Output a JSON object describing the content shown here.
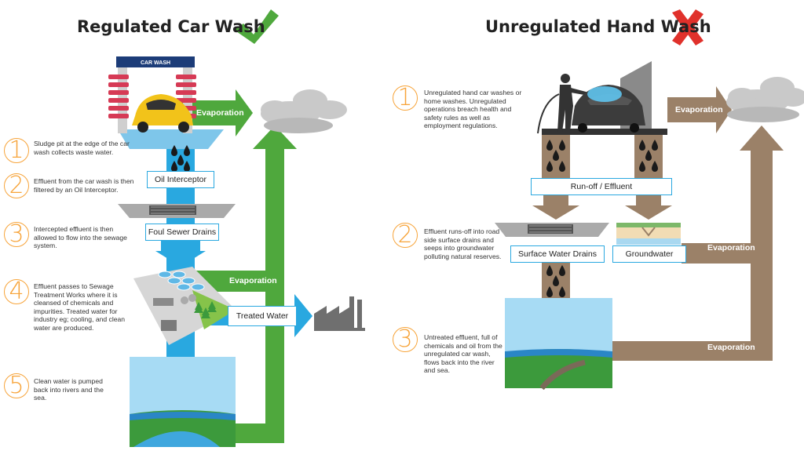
{
  "left": {
    "title": "Regulated Car Wash",
    "sign_text": "CAR WASH",
    "steps": [
      {
        "num": "1",
        "text": "Sludge pit at the edge of the car wash collects waste water."
      },
      {
        "num": "2",
        "text": "Effluent from the car wash is then filtered by an Oil Interceptor."
      },
      {
        "num": "3",
        "text": "Intercepted effluent is then allowed to flow into the sewage system."
      },
      {
        "num": "4",
        "text": "Effluent passes to Sewage Treatment Works where it is cleansed of chemicals and impurities. Treated water for industry eg; cooling, and clean water are produced."
      },
      {
        "num": "5",
        "text": "Clean water is pumped back into rivers and the sea."
      }
    ],
    "labels": {
      "oil_interceptor": "Oil Interceptor",
      "foul_sewer": "Foul Sewer Drains",
      "treated_water": "Treated Water"
    },
    "flows": {
      "evaporation_top": "Evaporation",
      "evaporation_mid": "Evaporation"
    }
  },
  "right": {
    "title": "Unregulated Hand Wash",
    "steps": [
      {
        "num": "1",
        "text": "Unregulated hand car washes or home washes. Unregulated operations breach health and safety rules as well as employment regulations."
      },
      {
        "num": "2",
        "text": "Effluent runs-off into road side surface drains and seeps into groundwater polluting natural reserves."
      },
      {
        "num": "3",
        "text": "Untreated effluent, full of chemicals and oil from the unregulated car wash, flows back into the river and sea."
      }
    ],
    "labels": {
      "runoff": "Run-off / Effluent",
      "surface_drains": "Surface Water Drains",
      "groundwater": "Groundwater"
    },
    "flows": {
      "evaporation_top": "Evaporation",
      "evaporation_mid": "Evaporation",
      "evaporation_bottom": "Evaporation"
    }
  },
  "colors": {
    "green": "#4fa83d",
    "blue": "#29a8e0",
    "brown": "#9b8168",
    "orange": "#f7a43a",
    "check": "#4fa83d",
    "cross": "#e0312b"
  }
}
